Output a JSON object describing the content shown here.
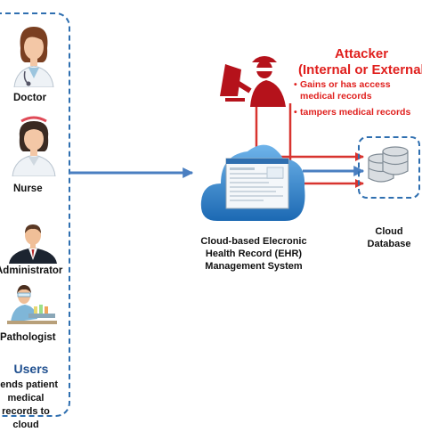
{
  "users": {
    "doctor_label": "Doctor",
    "nurse_label": "Nurse",
    "administrator_label": "Administrator",
    "pathologist_label": "Pathologist",
    "title": "Users",
    "subtitle": "Sends patient medical records to cloud"
  },
  "attacker": {
    "title": "Attacker",
    "subtitle": "(Internal or External)",
    "item1_line1": "Gains or has access",
    "item1_line2": "medical records",
    "item2": "tampers medical records"
  },
  "cloud": {
    "caption": "Cloud-based Elecronic Health Record (EHR) Management System"
  },
  "database": {
    "caption": "Cloud Database"
  },
  "colors": {
    "arrow_blue": "#4a7fc1",
    "attacker_red": "#e0201e",
    "dashed_border": "#2f6fb0",
    "cloud_blue": "#2d82c9"
  }
}
